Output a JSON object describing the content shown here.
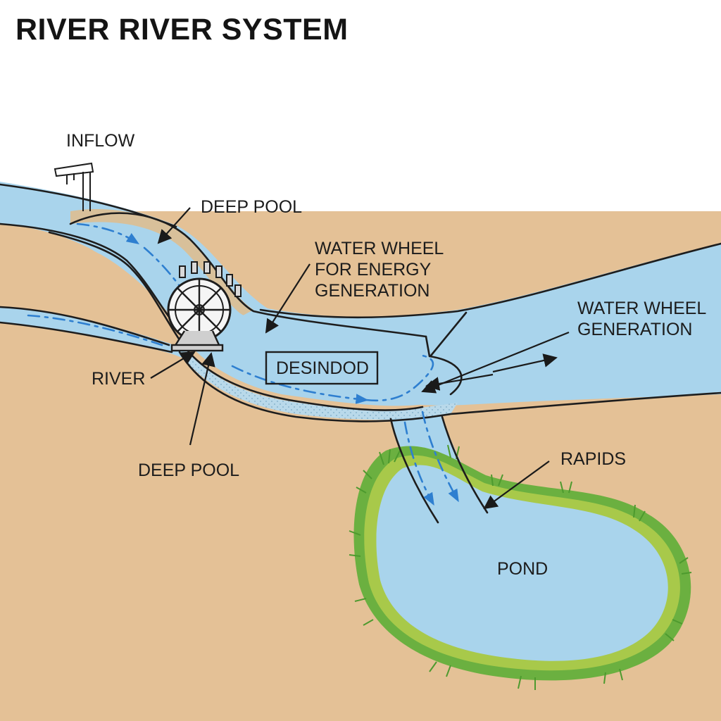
{
  "title": "RIVER RIVER SYSTEM",
  "labels": {
    "inflow": "INFLOW",
    "deep_pool_top": "DEEP POOL",
    "water_wheel_energy": [
      "WATER WHEEL",
      "FOR ENERGY",
      "GENERATION"
    ],
    "water_wheel_generation": [
      "WATER WHEEL",
      "GENERATION"
    ],
    "desindod": "DESINDOD",
    "river": "RIVER",
    "deep_pool_bottom": "DEEP POOL",
    "rapids": "RAPIDS",
    "pond": "POND"
  },
  "colors": {
    "sky": "#ffffff",
    "land": "#e4c196",
    "water": "#a9d4ec",
    "water_light": "#c4e2f3",
    "bank": "#d8c09a",
    "flow_arrows": "#2e7fd0",
    "grass": "#5fa83a",
    "grass_light": "#a8c94a",
    "outline": "#1d1d1d"
  }
}
